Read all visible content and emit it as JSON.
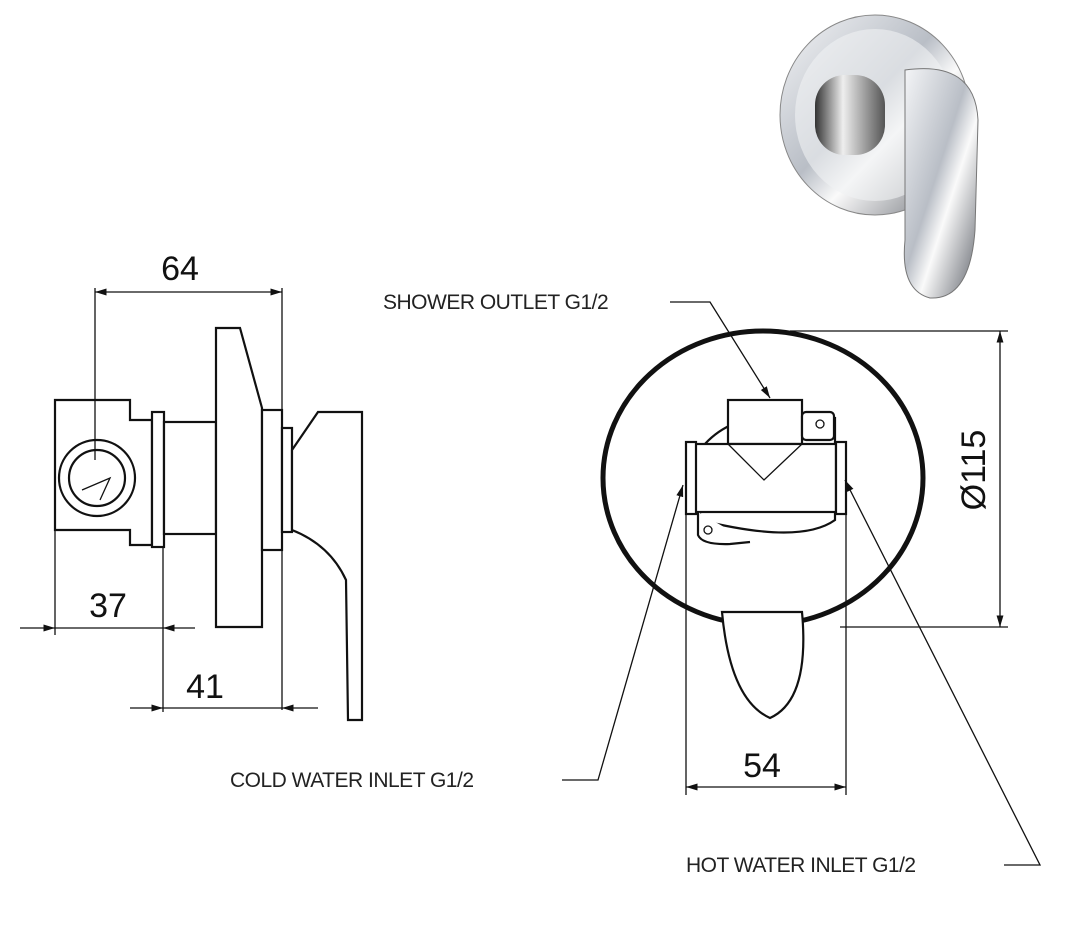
{
  "dimensions": {
    "overall_depth": "64",
    "inlet_offset": "37",
    "handle_projection": "41",
    "body_width": "54",
    "plate_diameter": "Ø115"
  },
  "labels": {
    "shower_outlet": "SHOWER OUTLET G1/2",
    "cold_inlet": "COLD WATER INLET G1/2",
    "hot_inlet": "HOT WATER INLET G1/2"
  },
  "colors": {
    "line": "#111111",
    "chrome": "#c8ccd2"
  }
}
